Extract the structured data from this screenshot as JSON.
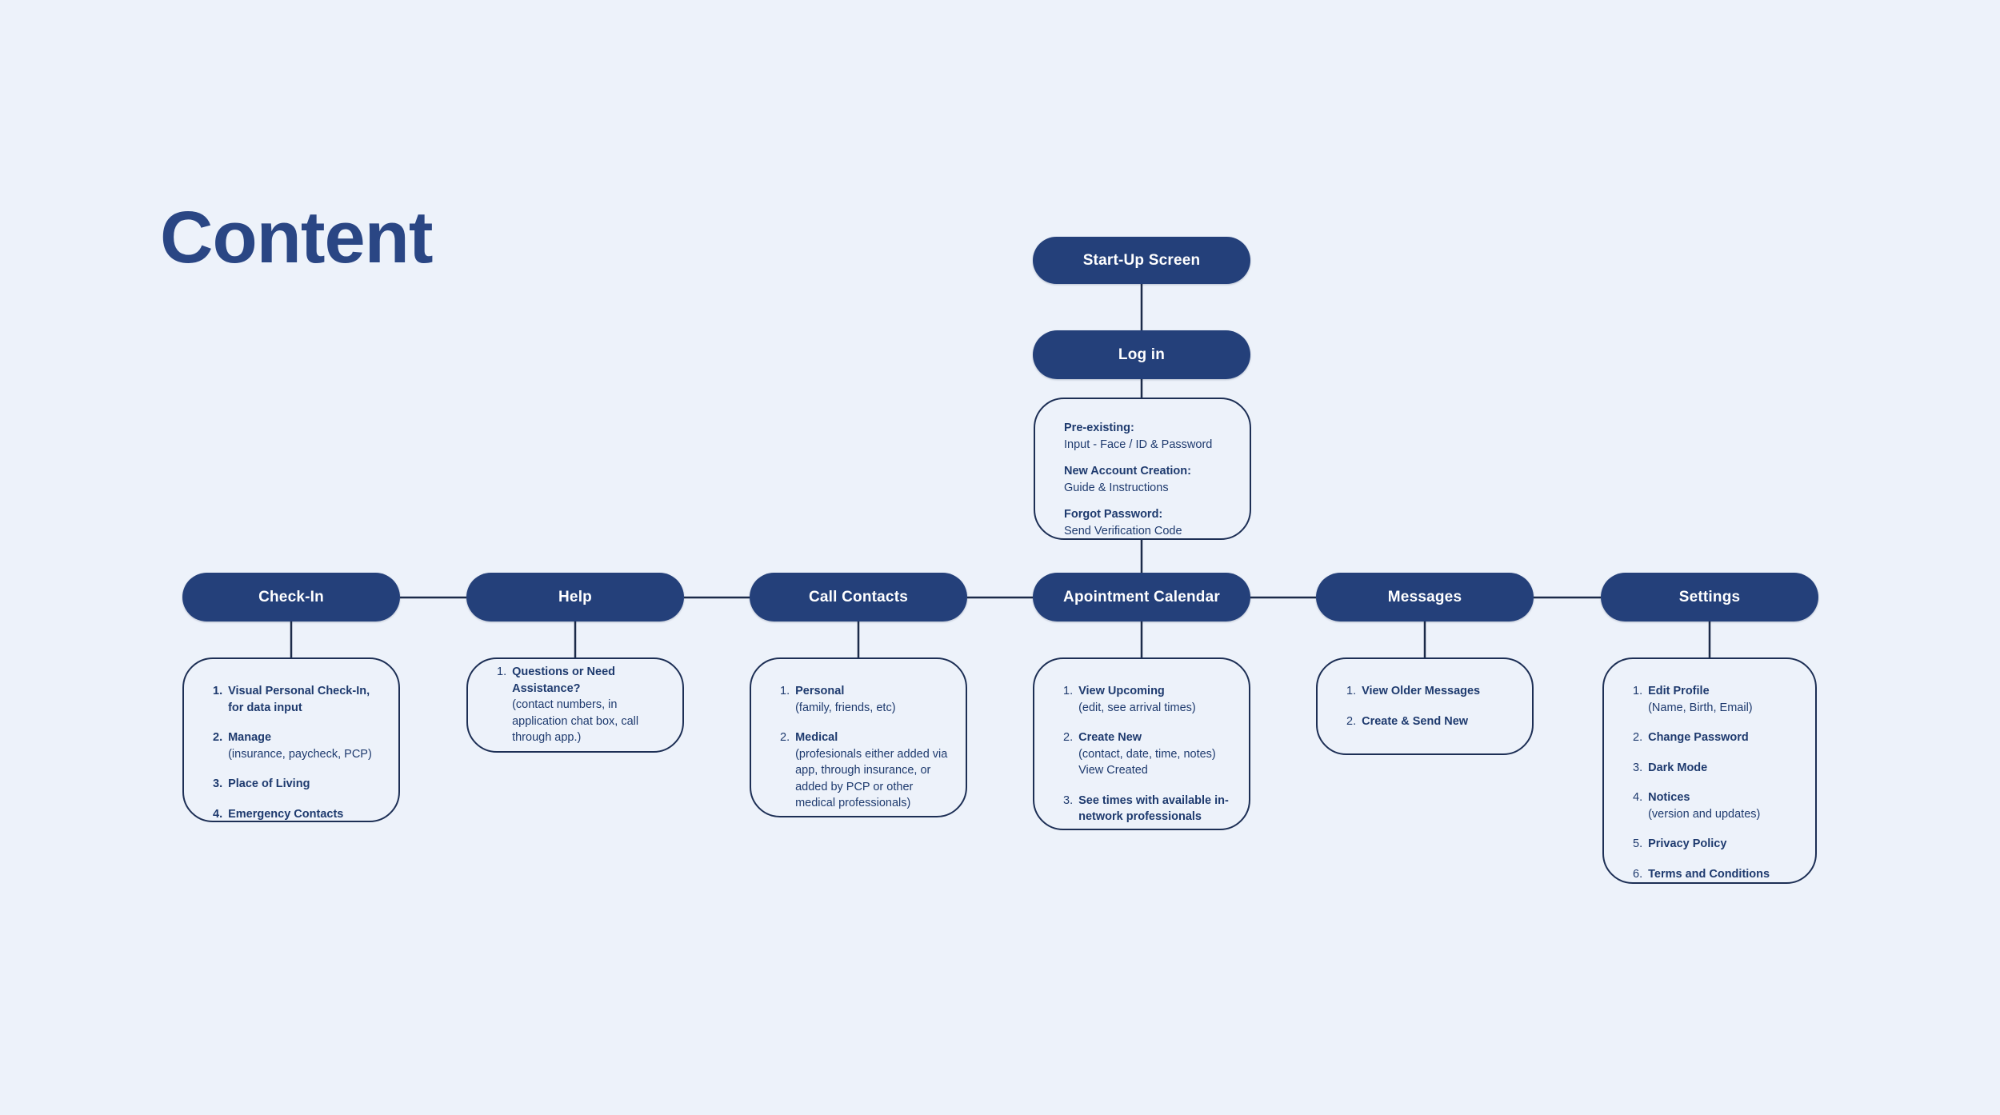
{
  "page": {
    "title": "Content"
  },
  "colors": {
    "background": "#edf2fa",
    "pill_fill": "#24407a",
    "pill_text": "#ffffff",
    "box_border": "#1d2f55",
    "text": "#1e3a6e",
    "title": "#2a4684",
    "connector": "#1c2b49"
  },
  "flow": {
    "root": {
      "label": "Start-Up Screen"
    },
    "login": {
      "label": "Log in"
    },
    "login_box": {
      "sections": [
        {
          "heading": "Pre-existing:",
          "body": "Input - Face / ID & Password"
        },
        {
          "heading": "New Account Creation:",
          "body": "Guide & Instructions"
        },
        {
          "heading": "Forgot Password:",
          "body": "Send Verification Code"
        }
      ]
    },
    "branches": [
      {
        "label": "Check-In",
        "bold_numbers": true,
        "items": [
          {
            "num": "1.",
            "title": "Visual Personal Check-In, for data input",
            "sub": []
          },
          {
            "num": "2.",
            "title": "Manage",
            "sub": [
              "(insurance, paycheck, PCP)"
            ]
          },
          {
            "num": "3.",
            "title": "Place of Living",
            "sub": []
          },
          {
            "num": "4.",
            "title": "Emergency Contacts",
            "sub": []
          }
        ]
      },
      {
        "label": "Help",
        "bold_numbers": false,
        "items": [
          {
            "num": "1.",
            "title": "Questions or Need Assistance?",
            "sub": [
              "(contact numbers, in application chat box, call through app.)"
            ]
          }
        ]
      },
      {
        "label": "Call Contacts",
        "bold_numbers": false,
        "items": [
          {
            "num": "1.",
            "title": "Personal",
            "sub": [
              "(family, friends, etc)"
            ]
          },
          {
            "num": "2.",
            "title": "Medical",
            "sub": [
              "(profesionals either added via app, through insurance, or added by PCP or other medical professionals)"
            ]
          }
        ]
      },
      {
        "label": "Apointment Calendar",
        "bold_numbers": false,
        "items": [
          {
            "num": "1.",
            "title": "View Upcoming",
            "sub": [
              "(edit, see arrival times)"
            ]
          },
          {
            "num": "2.",
            "title": "Create New",
            "sub": [
              "(contact, date, time, notes)",
              "View Created"
            ]
          },
          {
            "num": "3.",
            "title": "See times with available in-network professionals",
            "sub": []
          }
        ]
      },
      {
        "label": "Messages",
        "bold_numbers": false,
        "items": [
          {
            "num": "1.",
            "title": "View Older Messages",
            "sub": []
          },
          {
            "num": "2.",
            "title": "Create & Send New",
            "sub": []
          }
        ]
      },
      {
        "label": "Settings",
        "bold_numbers": false,
        "items": [
          {
            "num": "1.",
            "title": "Edit Profile",
            "sub": [
              "(Name, Birth, Email)"
            ]
          },
          {
            "num": "2.",
            "title": "Change Password",
            "sub": []
          },
          {
            "num": "3.",
            "title": "Dark Mode",
            "sub": []
          },
          {
            "num": "4.",
            "title": "Notices",
            "sub": [
              "(version and updates)"
            ]
          },
          {
            "num": "5.",
            "title": "Privacy Policy",
            "sub": []
          },
          {
            "num": "6.",
            "title": "Terms and Conditions",
            "sub": []
          }
        ]
      }
    ]
  }
}
